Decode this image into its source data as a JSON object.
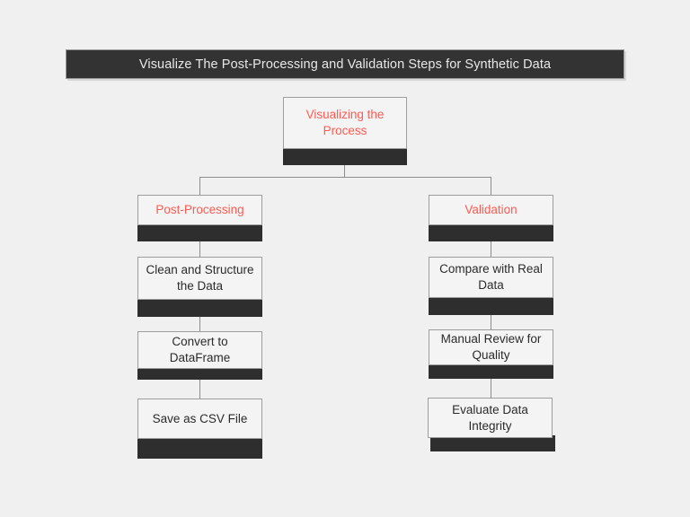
{
  "page": {
    "background_color": "#f0f0f0",
    "accent_color": "#ff5a52",
    "dark_color": "#2e2e2e",
    "border_color": "#9d9d9d",
    "node_fill_color": "#f4f4f4"
  },
  "header": {
    "title": "Visualize The Post-Processing and Validation Steps for Synthetic Data"
  },
  "diagram": {
    "type": "tree",
    "root": {
      "label": "Visualizing the Process",
      "style": "accent"
    },
    "branches": [
      {
        "name": "post-processing",
        "heading": {
          "label": "Post-Processing",
          "style": "accent"
        },
        "steps": [
          {
            "label": "Clean and Structure the Data"
          },
          {
            "label": "Convert to DataFrame"
          },
          {
            "label": "Save as CSV File"
          }
        ]
      },
      {
        "name": "validation",
        "heading": {
          "label": "Validation",
          "style": "accent"
        },
        "steps": [
          {
            "label": "Compare with Real Data"
          },
          {
            "label": "Manual Review for Quality"
          },
          {
            "label": "Evaluate Data Integrity"
          }
        ]
      }
    ]
  }
}
